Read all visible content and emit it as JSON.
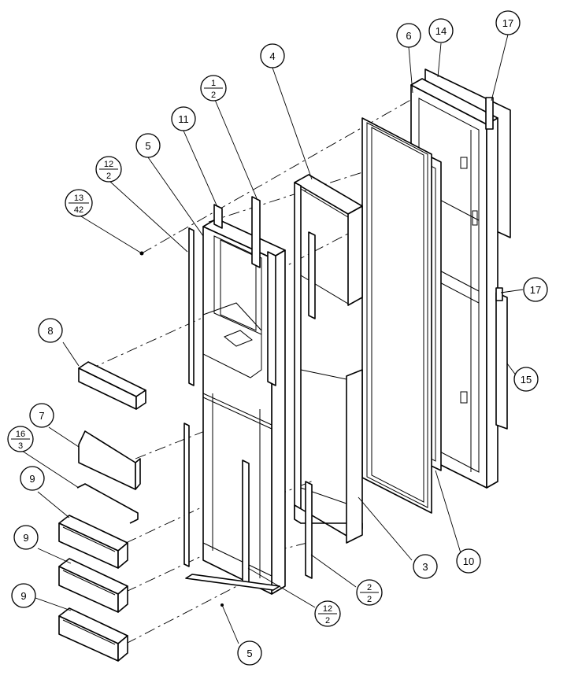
{
  "callouts": [
    {
      "id": "c6",
      "top": "6",
      "bottom": null
    },
    {
      "id": "c14",
      "top": "14",
      "bottom": null
    },
    {
      "id": "c17a",
      "top": "17",
      "bottom": null
    },
    {
      "id": "c4",
      "top": "4",
      "bottom": null
    },
    {
      "id": "c1-2",
      "top": "1",
      "bottom": "2"
    },
    {
      "id": "c11",
      "top": "11",
      "bottom": null
    },
    {
      "id": "c5a",
      "top": "5",
      "bottom": null
    },
    {
      "id": "c12a",
      "top": "12",
      "bottom": "2"
    },
    {
      "id": "c13",
      "top": "13",
      "bottom": "42"
    },
    {
      "id": "c8",
      "top": "8",
      "bottom": null
    },
    {
      "id": "c17b",
      "top": "17",
      "bottom": null
    },
    {
      "id": "c15",
      "top": "15",
      "bottom": null
    },
    {
      "id": "c7",
      "top": "7",
      "bottom": null
    },
    {
      "id": "c16",
      "top": "16",
      "bottom": "3"
    },
    {
      "id": "c9a",
      "top": "9",
      "bottom": null
    },
    {
      "id": "c9b",
      "top": "9",
      "bottom": null
    },
    {
      "id": "c9c",
      "top": "9",
      "bottom": null
    },
    {
      "id": "c3",
      "top": "3",
      "bottom": null
    },
    {
      "id": "c10",
      "top": "10",
      "bottom": null
    },
    {
      "id": "c2-2",
      "top": "2",
      "bottom": "2"
    },
    {
      "id": "c12b",
      "top": "12",
      "bottom": "2"
    },
    {
      "id": "c5b",
      "top": "5",
      "bottom": null
    }
  ]
}
